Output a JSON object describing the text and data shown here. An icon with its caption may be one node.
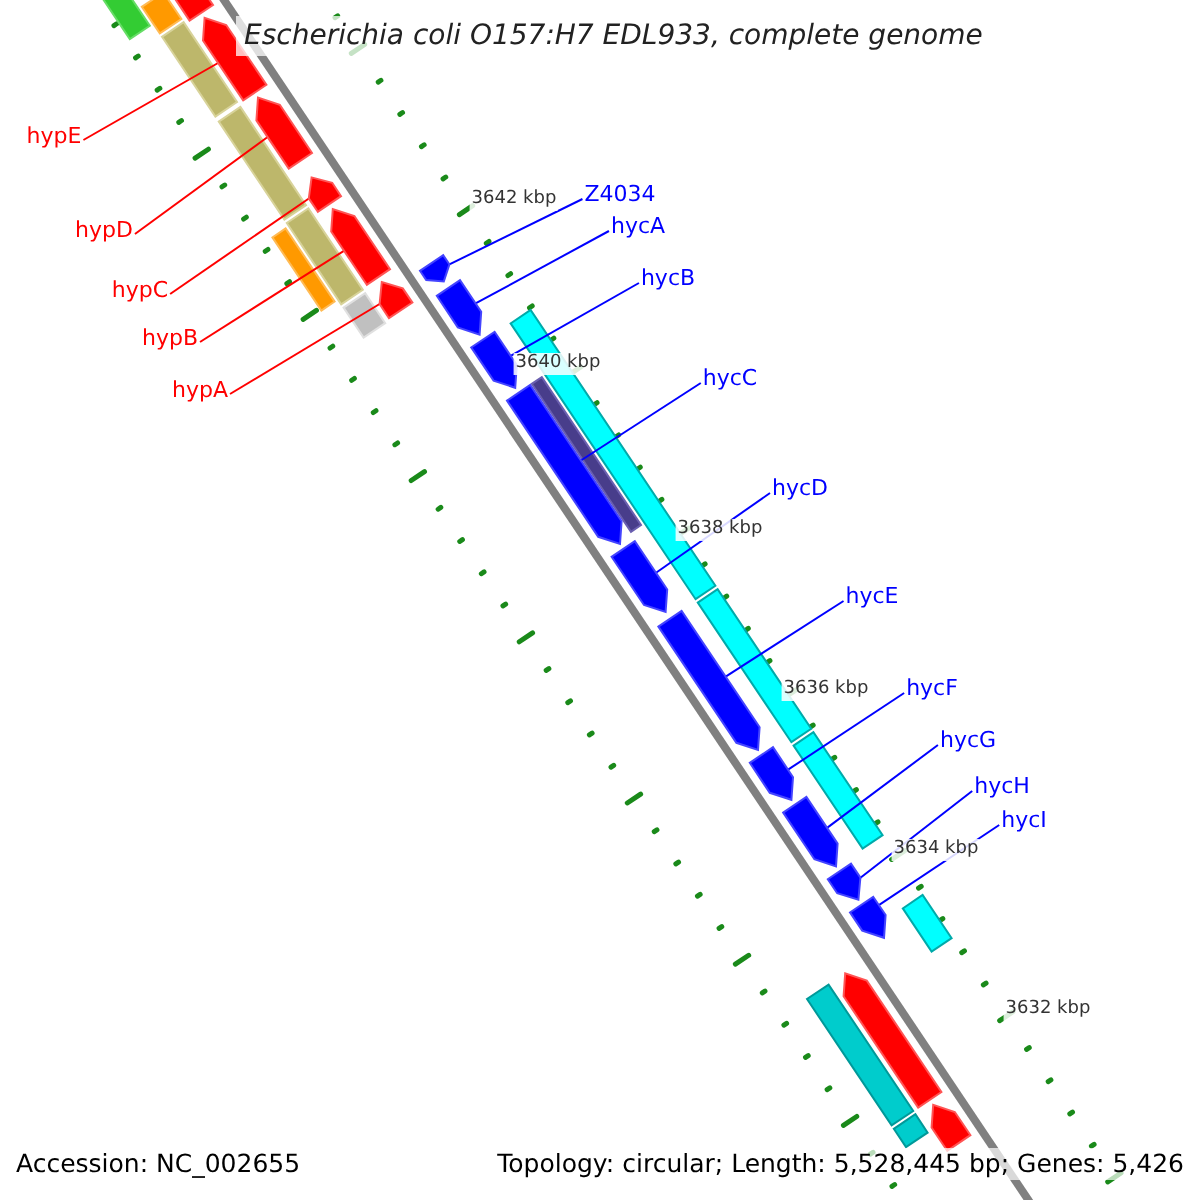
{
  "diagram": {
    "title": "Escherichia coli O157:H7 EDL933, complete genome",
    "nodes": [
      {
        "text": [
          "hypE"
        ]
      },
      {
        "text": [
          "hypD"
        ]
      },
      {
        "text": [
          "hypC"
        ]
      },
      {
        "text": [
          "hypB"
        ]
      },
      {
        "text": [
          "hypA"
        ]
      },
      {
        "text": [
          "Z4034"
        ]
      },
      {
        "text": [
          "hycA"
        ]
      },
      {
        "text": [
          "hycB"
        ]
      },
      {
        "text": [
          "hycC"
        ]
      },
      {
        "text": [
          "hycD"
        ]
      },
      {
        "text": [
          "hycE"
        ]
      },
      {
        "text": [
          "hycF"
        ]
      },
      {
        "text": [
          "hycG"
        ]
      },
      {
        "text": [
          "hycH"
        ]
      },
      {
        "text": [
          "hycI"
        ]
      },
      {
        "text": [],
        "shape": "arrow"
      },
      {
        "text": [],
        "shape": "arrow"
      },
      {
        "text": [],
        "shape": "arrow"
      },
      {
        "text": [],
        "shape": "arrow"
      },
      {
        "text": [],
        "shape": "arrow"
      },
      {
        "text": [],
        "shape": "arrow"
      },
      {
        "text": [],
        "shape": "arrow"
      },
      {
        "text": [],
        "shape": "arrow"
      },
      {
        "text": [],
        "shape": "arrow"
      },
      {
        "text": [],
        "shape": "arrow"
      },
      {
        "text": [],
        "shape": "arrow"
      },
      {
        "text": [],
        "shape": "arrow"
      },
      {
        "text": [],
        "shape": "arrow"
      },
      {
        "text": [],
        "shape": "arrow"
      },
      {
        "text": [],
        "shape": "arrow"
      },
      {
        "text": [],
        "shape": "box"
      },
      {
        "text": [],
        "shape": "box"
      },
      {
        "text": [],
        "shape": "arrow"
      },
      {
        "text": [],
        "shape": "box"
      },
      {
        "text": [],
        "shape": "box"
      },
      {
        "text": [],
        "shape": "box"
      },
      {
        "text": [],
        "shape": "box"
      },
      {
        "text": [],
        "shape": "box"
      },
      {
        "text": [],
        "shape": "box"
      },
      {
        "text": [],
        "shape": "box"
      },
      {
        "text": [],
        "shape": "box"
      },
      {
        "text": [],
        "shape": "box"
      },
      {
        "text": [],
        "shape": "box"
      },
      {
        "text": [],
        "shape": "box"
      },
      {
        "text": [],
        "shape": "box"
      },
      {
        "text": [],
        "shape": "arrow"
      },
      {
        "text": [],
        "shape": "arrow"
      }
    ],
    "edges": [
      {
        "from": 0,
        "to": 15,
        "arrow": "none",
        "color": "#ff0000"
      },
      {
        "from": 1,
        "to": 16,
        "arrow": "none",
        "color": "#ff0000"
      },
      {
        "from": 2,
        "to": 17,
        "arrow": "none",
        "color": "#ff0000"
      },
      {
        "from": 3,
        "to": 18,
        "arrow": "none",
        "color": "#ff0000"
      },
      {
        "from": 4,
        "to": 19,
        "arrow": "none",
        "color": "#ff0000"
      },
      {
        "from": 5,
        "to": 20,
        "arrow": "none"
      },
      {
        "from": 6,
        "to": 21,
        "arrow": "none"
      },
      {
        "from": 7,
        "to": 22,
        "arrow": "none"
      },
      {
        "from": 8,
        "to": 23,
        "arrow": "none"
      },
      {
        "from": 9,
        "to": 24,
        "arrow": "none"
      },
      {
        "from": 10,
        "to": 25,
        "arrow": "none"
      },
      {
        "from": 11,
        "to": 26,
        "arrow": "none"
      },
      {
        "from": 12,
        "to": 27,
        "arrow": "none"
      },
      {
        "from": 13,
        "to": 28,
        "arrow": "none"
      },
      {
        "from": 14,
        "to": 29,
        "arrow": "none"
      }
    ],
    "labels": [
      "3642 kbp",
      "3640 kbp",
      "3638 kbp",
      "3636 kbp",
      "3634 kbp",
      "3632 kbp",
      "Accession: NC_002655",
      "Topology: circular; Length: 5,528,445 bp; Genes: 5,426"
    ]
  }
}
